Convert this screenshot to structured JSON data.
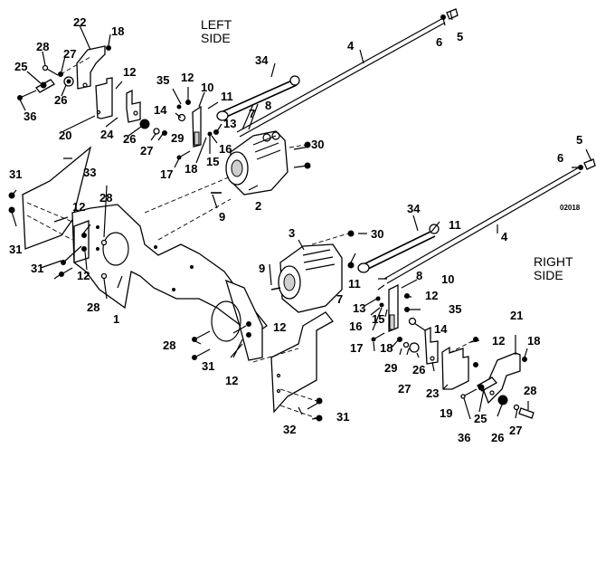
{
  "title": "Hydrostatic pump and control linkage exploded view",
  "side_labels": {
    "left": [
      "LEFT",
      "SIDE"
    ],
    "right": [
      "RIGHT",
      "SIDE"
    ]
  },
  "drawing_code": "02018",
  "callouts": {
    "c22": "22",
    "c18a": "18",
    "c28a": "28",
    "c27a": "27",
    "c25a": "25",
    "c26a": "26",
    "c36a": "36",
    "c20": "20",
    "c12a": "12",
    "c24": "24",
    "c26b": "26",
    "c27b": "27",
    "c29a": "29",
    "c35a": "35",
    "c12b": "12",
    "c10a": "10",
    "c11a": "11",
    "c14a": "14",
    "c13a": "13",
    "c7a": "7",
    "c8a": "8",
    "c16a": "16",
    "c15a": "15",
    "c18b": "18",
    "c17a": "17",
    "c34a": "34",
    "c4a": "4",
    "c6a": "6",
    "c5a": "5",
    "c30a": "30",
    "c2": "2",
    "c9a": "9",
    "c31a": "31",
    "c33": "33",
    "c31b": "31",
    "c28b": "28",
    "c12c": "12",
    "c12d": "12",
    "c31c": "31",
    "c28c": "28",
    "c1": "1",
    "c3": "3",
    "c9b": "9",
    "c30b": "30",
    "c34b": "34",
    "c11b": "11",
    "c4b": "4",
    "c6b": "6",
    "c5b": "5",
    "c8b": "8",
    "c11c": "11",
    "c10b": "10",
    "c7b": "7",
    "c12e": "12",
    "c13b": "13",
    "c35b": "35",
    "c15b": "15",
    "c16b": "16",
    "c14b": "14",
    "c17b": "17",
    "c18c": "18",
    "c29b": "29",
    "c26c": "26",
    "c27c": "27",
    "c23": "23",
    "c19": "19",
    "c12f": "12",
    "c21": "21",
    "c18d": "18",
    "c25b": "25",
    "c36b": "36",
    "c26d": "26",
    "c27d": "27",
    "c28d": "28",
    "c28e": "28",
    "c31d": "31",
    "c12g": "12",
    "c12h": "12",
    "c32": "32",
    "c31e": "31"
  }
}
